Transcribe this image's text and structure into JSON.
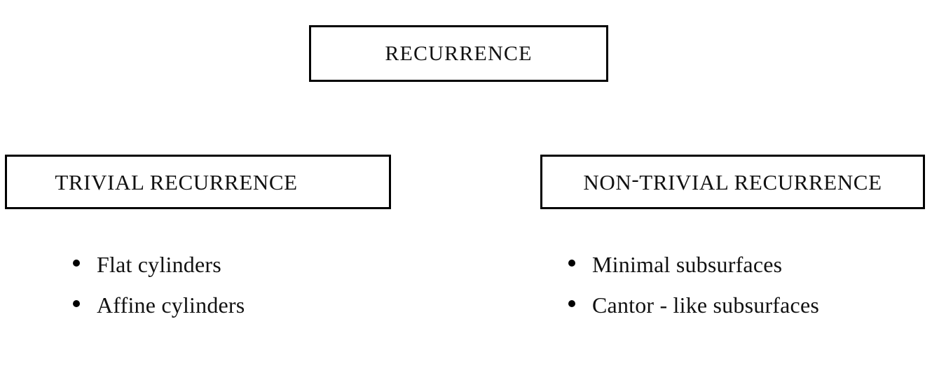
{
  "diagram": {
    "title": "RECURRENCE",
    "root": {
      "label": "RECURRENCE"
    },
    "branches": [
      {
        "id": "trivial",
        "label": "TRIVIAL RECURRENCE",
        "items": [
          "Flat cylinders",
          "Affine cylinders"
        ]
      },
      {
        "id": "non-trivial",
        "label_before_hyphen": "NON",
        "hyphen": "-",
        "label_after_hyphen": "TRIVIAL RECURRENCE",
        "label": "NON-TRIVIAL RECURRENCE",
        "items": [
          "Minimal subsurfaces",
          "Cantor - like subsurfaces"
        ]
      }
    ],
    "colors": {
      "background": "#ffffff",
      "border": "#000000",
      "text": "#111111",
      "bullet": "#000000"
    }
  }
}
